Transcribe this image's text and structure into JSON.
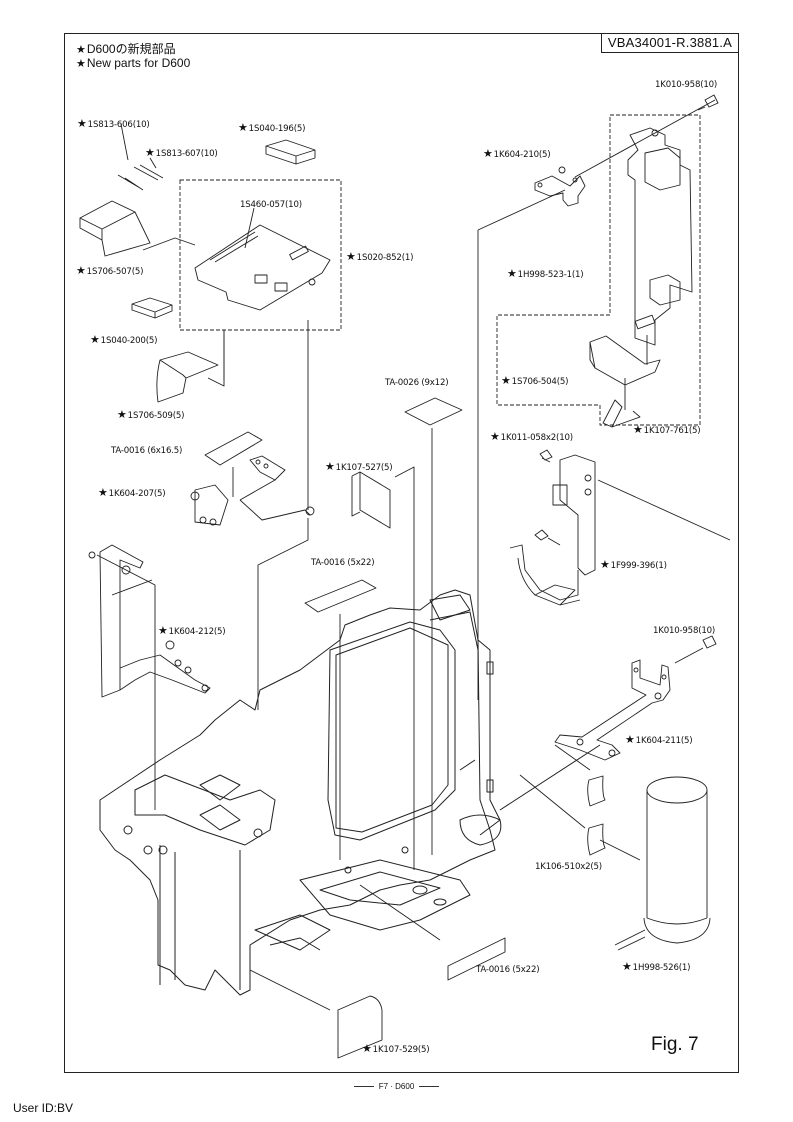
{
  "header": {
    "doc_id": "VBA34001-R.3881.A",
    "notes": [
      "D600の新規部品",
      "New parts for D600"
    ],
    "star_icon": "★"
  },
  "legend": {
    "star_meaning": "New parts for D600"
  },
  "parts": [
    {
      "id": "1S813-606(10)",
      "new": true
    },
    {
      "id": "1S813-607(10)",
      "new": true
    },
    {
      "id": "1S040-196(5)",
      "new": true
    },
    {
      "id": "1S460-057(10)",
      "new": false
    },
    {
      "id": "1S020-852(1)",
      "new": true
    },
    {
      "id": "1S706-507(5)",
      "new": true
    },
    {
      "id": "1S040-200(5)",
      "new": true
    },
    {
      "id": "1S706-509(5)",
      "new": true
    },
    {
      "id": "TA-0016 (6x16.5)",
      "new": false
    },
    {
      "id": "1K604-207(5)",
      "new": true
    },
    {
      "id": "1K604-212(5)",
      "new": true
    },
    {
      "id": "TA-0026 (9x12)",
      "new": false
    },
    {
      "id": "1K107-527(5)",
      "new": true
    },
    {
      "id": "TA-0016 (5x22)",
      "new": false
    },
    {
      "id": "1K010-958(10)",
      "new": false
    },
    {
      "id": "1K604-210(5)",
      "new": true
    },
    {
      "id": "1H998-523-1(1)",
      "new": true
    },
    {
      "id": "1S706-504(5)",
      "new": true
    },
    {
      "id": "1K107-761(5)",
      "new": true
    },
    {
      "id": "1K011-058x2(10)",
      "new": true
    },
    {
      "id": "1F999-396(1)",
      "new": true
    },
    {
      "id": "1K010-958(10)",
      "new": false
    },
    {
      "id": "1K604-211(5)",
      "new": true
    },
    {
      "id": "1K106-510x2(5)",
      "new": false
    },
    {
      "id": "TA-0016 (5x22)",
      "new": false
    },
    {
      "id": "1H998-526(1)",
      "new": true
    },
    {
      "id": "1K107-529(5)",
      "new": true
    }
  ],
  "figure": {
    "label": "Fig. 7"
  },
  "footer": {
    "page": "F7 · D600",
    "user_id": "User ID:BV"
  }
}
